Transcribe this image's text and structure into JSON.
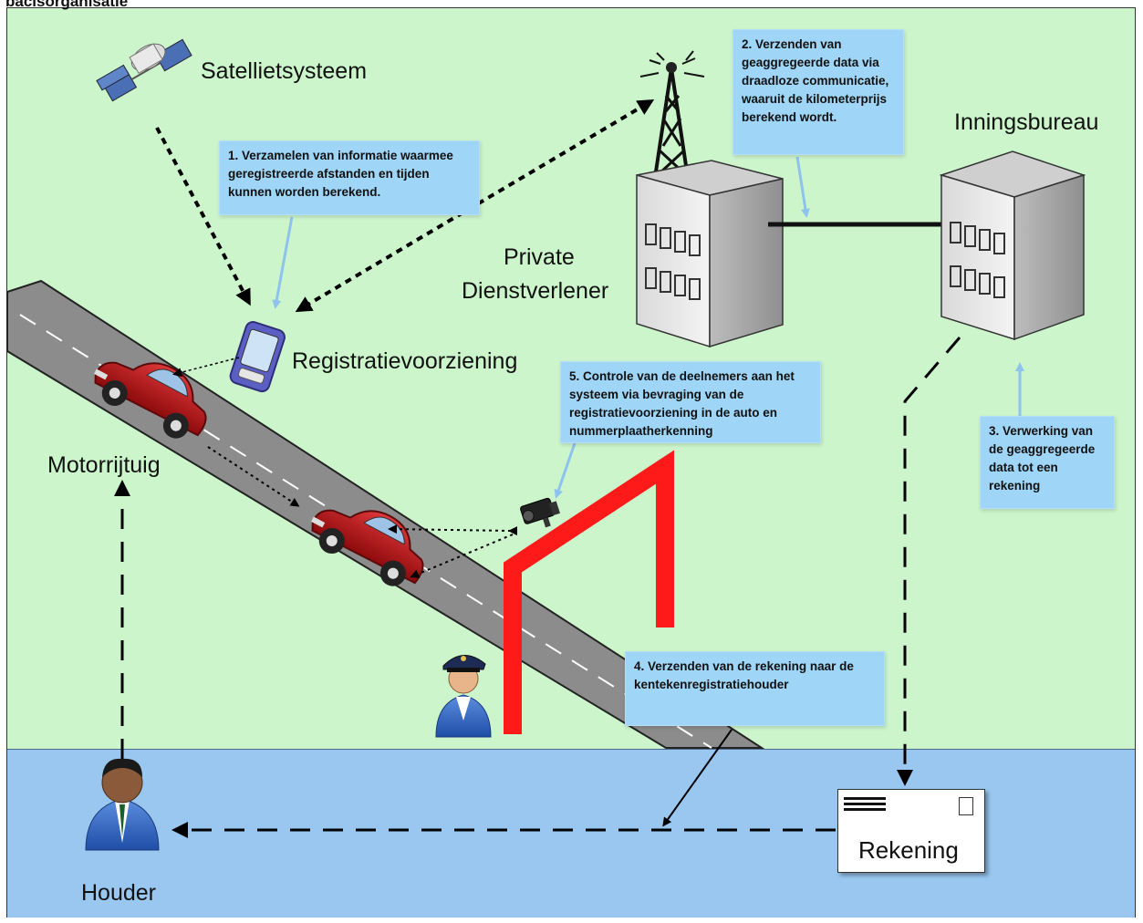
{
  "header": {
    "title": "bacisorganisatie"
  },
  "labels": {
    "satelliet": "Satellietsysteem",
    "private_line1": "Private",
    "private_line2": "Dienstverlener",
    "inningsbureau": "Inningsbureau",
    "registratie": "Registratievoorziening",
    "motorrijtuig": "Motorrijtuig",
    "houder": "Houder",
    "rekening": "Rekening"
  },
  "steps": {
    "step1": "1. Verzamelen van informatie waarmee geregistreerde afstanden en tijden kunnen worden berekend.",
    "step2": "2. Verzenden van geaggregeerde data via draadloze communicatie, waaruit de kilometerprijs berekend wordt.",
    "step3": "3. Verwerking van de geaggregeerde data tot een rekening",
    "step4": "4. Verzenden van de rekening naar de kentekenregistratiehouder",
    "step5": "5. Controle van de deelnemers aan het systeem via bevraging van de registratievoorziening in de auto en nummerplaatherkenning"
  },
  "colors": {
    "green_zone": "#ccf5cc",
    "blue_zone": "#99c7f0",
    "callout": "#9fd5f6",
    "gantry": "#ff1a1a",
    "car": "#b80f12",
    "road": "#8c8c8c"
  },
  "icons": [
    "satellite-icon",
    "antenna-tower-icon",
    "building-icon",
    "device-icon",
    "car-icon",
    "camera-icon",
    "police-officer-icon",
    "person-icon",
    "envelope-icon"
  ]
}
